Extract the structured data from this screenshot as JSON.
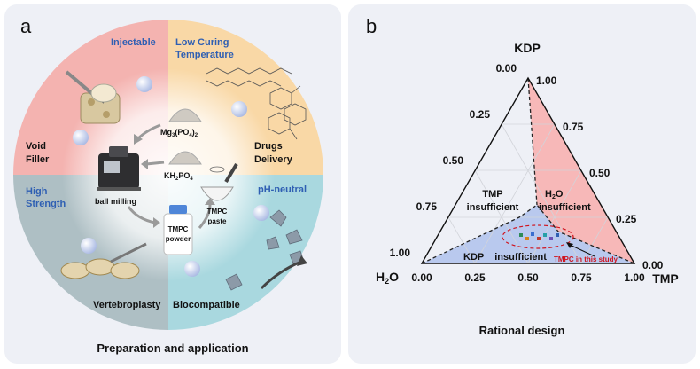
{
  "panel_a": {
    "letter": "a",
    "caption": "Preparation and application",
    "quadrant_labels": {
      "injectable": "Injectable",
      "low_curing_line1": "Low Curing",
      "low_curing_line2": "Temperature",
      "void_filler_line1": "Void",
      "void_filler_line2": "Filler",
      "drugs_line1": "Drugs",
      "drugs_line2": "Delivery",
      "high_strength_line1": "High",
      "high_strength_line2": "Strength",
      "ph_neutral": "pH-neutral",
      "vertebroplasty": "Vertebroplasty",
      "biocompatible": "Biocompatible"
    },
    "process": {
      "mg_main": "Mg",
      "mg_sub1": "3",
      "mg_mid": "(PO",
      "mg_sub2": "4",
      "mg_end": ")",
      "mg_sub3": "2",
      "kh_main": "KH",
      "kh_sub1": "2",
      "kh_mid": "PO",
      "kh_sub2": "4",
      "ball_milling": "ball milling",
      "powder_line1": "TMPC",
      "powder_line2": "powder",
      "paste_line1": "TMPC",
      "paste_line2": "paste"
    },
    "colors": {
      "injectable": "#f4b3b0",
      "low_curing": "#f9d8a6",
      "high_strength": "#aebfc4",
      "ph_neutral": "#a9d8df",
      "label_blue": "#2f5fb3"
    }
  },
  "panel_b": {
    "letter": "b",
    "caption": "Rational design",
    "top_vertex": "KDP",
    "left_vertex": "H",
    "left_vertex_sub": "2",
    "left_vertex_end": "O",
    "right_vertex": "TMP",
    "left_ticks": [
      "0.00",
      "0.25",
      "0.50",
      "0.75",
      "1.00"
    ],
    "right_ticks": [
      "1.00",
      "0.75",
      "0.50",
      "0.25",
      "0.00"
    ],
    "bottom_ticks": [
      "0.00",
      "0.25",
      "0.50",
      "0.75",
      "1.00"
    ],
    "region_tmp_line1": "TMP",
    "region_tmp_line2": "insufficient",
    "region_h2o_line1_main": "H",
    "region_h2o_line1_sub": "2",
    "region_h2o_line1_end": "O",
    "region_h2o_line2": "insufficient",
    "region_kdp": "KDP    insufficient",
    "annotation": "TMPC in this study",
    "colors": {
      "h2o_insufficient": "#f7b8b8",
      "kdp_insufficient": "#b9c9ee",
      "annotation": "#d0141e"
    }
  }
}
